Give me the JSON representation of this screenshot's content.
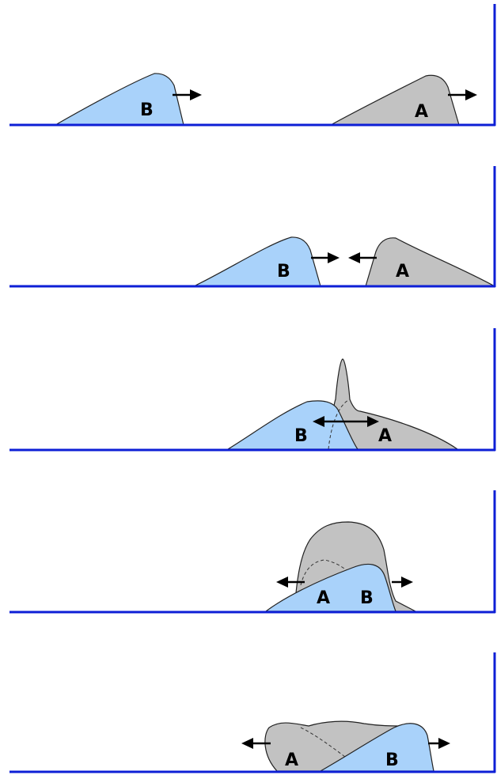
{
  "colors": {
    "wave_b_fill": "#a9d2fa",
    "wave_a_fill": "#c2c2c2",
    "baseline": "#0d1fd6",
    "arrow": "#000000"
  },
  "panels": [
    {
      "wave_labels": {
        "a": "A",
        "b": "B"
      },
      "wave_b_direction": "right",
      "wave_a_direction": "right"
    },
    {
      "wave_labels": {
        "a": "A",
        "b": "B"
      },
      "wave_b_direction": "right",
      "wave_a_direction": "left"
    },
    {
      "wave_labels": {
        "a": "A",
        "b": "B"
      },
      "wave_b_direction": "right",
      "wave_a_direction": "left"
    },
    {
      "wave_labels": {
        "a": "A",
        "b": "B"
      },
      "wave_a_direction": "left",
      "wave_b_direction": "right"
    },
    {
      "wave_labels": {
        "a": "A",
        "b": "B"
      },
      "wave_a_direction": "left",
      "wave_b_direction": "right"
    }
  ]
}
